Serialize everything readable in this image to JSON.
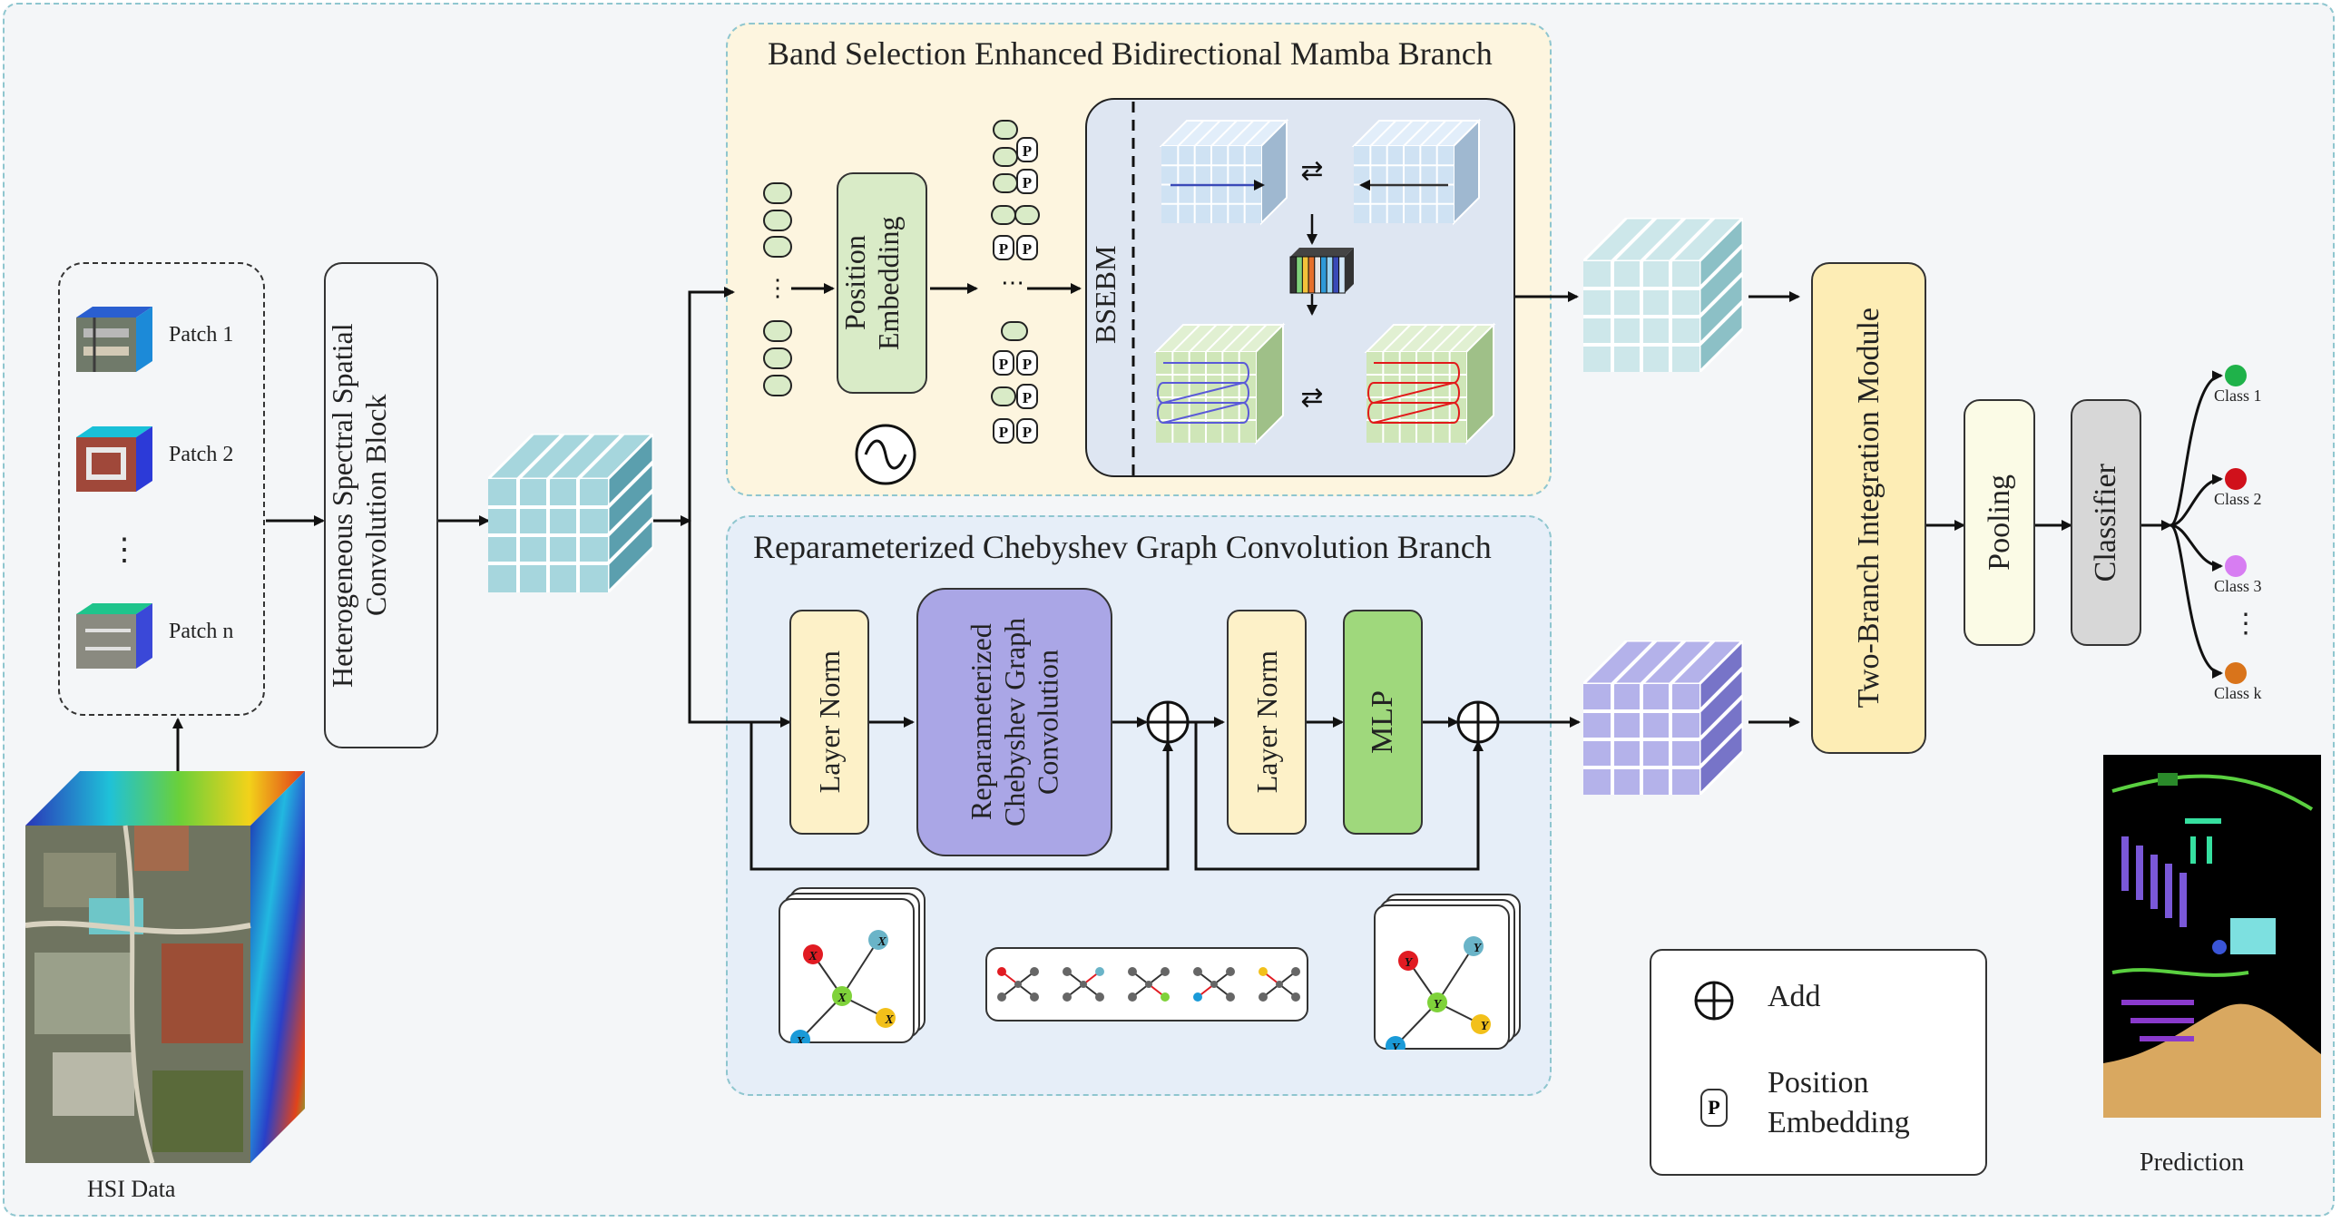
{
  "inputs": {
    "hsi_label": "HSI Data",
    "patches": [
      "Patch 1",
      "Patch 2",
      "Patch n"
    ],
    "patch_ellipsis": "⋮"
  },
  "blocks": {
    "hssc": "Heterogeneous Spectral Spatial Convolution Block",
    "position_embedding": "Position Embedding",
    "bsebm": "BSEBM",
    "layer_norm_1": "Layer Norm",
    "rcgc": "Reparameterized Chebyshev Graph Convolution",
    "layer_norm_2": "Layer Norm",
    "mlp": "MLP",
    "integration": "Two-Branch Integration Module",
    "pooling": "Pooling",
    "classifier": "Classifier"
  },
  "branches": {
    "mamba_title": "Band Selection Enhanced Bidirectional Mamba Branch",
    "cheb_title": "Reparameterized Chebyshev Graph Convolution Branch"
  },
  "tokens": {
    "p_letter": "P",
    "ellipsis": "⋯"
  },
  "graph": {
    "x_nodes": [
      "X",
      "X",
      "X",
      "X",
      "X"
    ],
    "y_nodes": [
      "Y",
      "Y",
      "Y",
      "Y",
      "Y"
    ]
  },
  "classes": {
    "labels": [
      "Class 1",
      "Class 2",
      "Class 3",
      "Class k"
    ],
    "colors": [
      "#1fb24a",
      "#d0111b",
      "#d77df2",
      "#d9741b"
    ],
    "ellipsis": "⋮"
  },
  "prediction_label": "Prediction",
  "legend": {
    "add": "Add",
    "position_embedding": "Position Embedding",
    "p_letter": "P"
  },
  "colors": {
    "frame": "#8fc6cf",
    "hssc_fill": "#d6d4f0",
    "rcgc_fill": "#aaa6e6",
    "layer_norm_fill": "#fdf1c8",
    "mlp_fill": "#9fd87c",
    "integration_fill": "#fdedb5",
    "pooling_fill": "#fbfbe6",
    "classifier_fill": "#d7d7d7",
    "token_fill": "#d9ebc7",
    "pe_fill": "#d9ebc7",
    "bsebm_fill": "#dee6f2"
  }
}
